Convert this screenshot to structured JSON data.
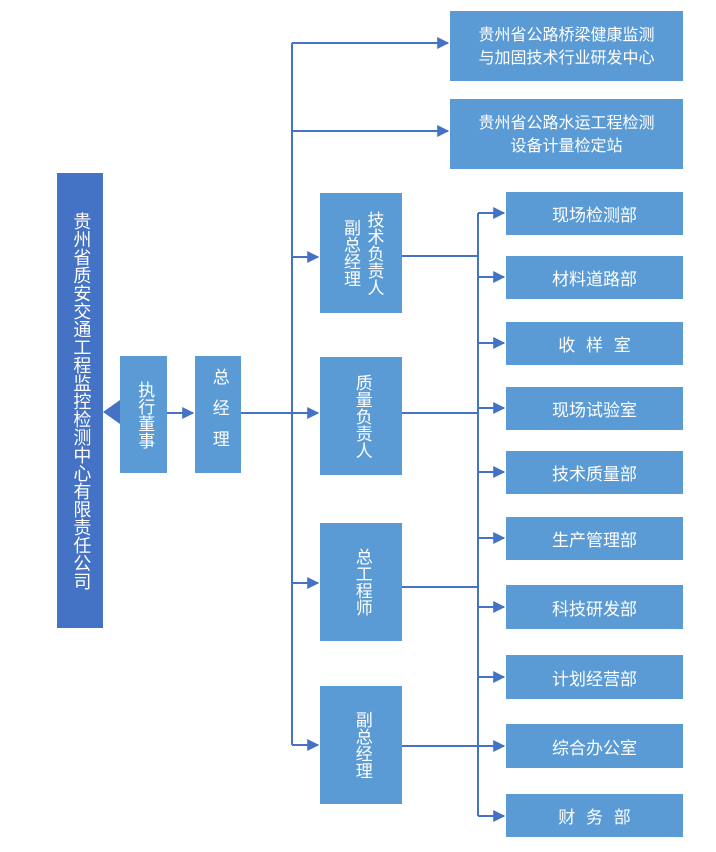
{
  "company": "贵州省质安交通工程监控检测中心有限责任公司",
  "executive_director": "执行董事",
  "general_manager": "总经理",
  "centers": [
    {
      "line1": "贵州省公路桥梁健康监测",
      "line2": "与加固技术行业研发中心"
    },
    {
      "line1": "贵州省公路水运工程检测",
      "line2": "设备计量检定站"
    }
  ],
  "managers": [
    {
      "col1": "技术负责人",
      "col2": "副总经理"
    },
    {
      "col1": "质量负责人"
    },
    {
      "col1": "总工程师"
    },
    {
      "col1": "副总经理"
    }
  ],
  "departments": [
    "现场检测部",
    "材料道路部",
    "收  样  室",
    "现场试验室",
    "技术质量部",
    "生产管理部",
    "科技研发部",
    "计划经营部",
    "综合办公室",
    "财  务  部"
  ],
  "colors": {
    "box": "#5b9bd5",
    "root_box": "#4472c4",
    "line": "#4472c4",
    "text": "#ffffff"
  }
}
